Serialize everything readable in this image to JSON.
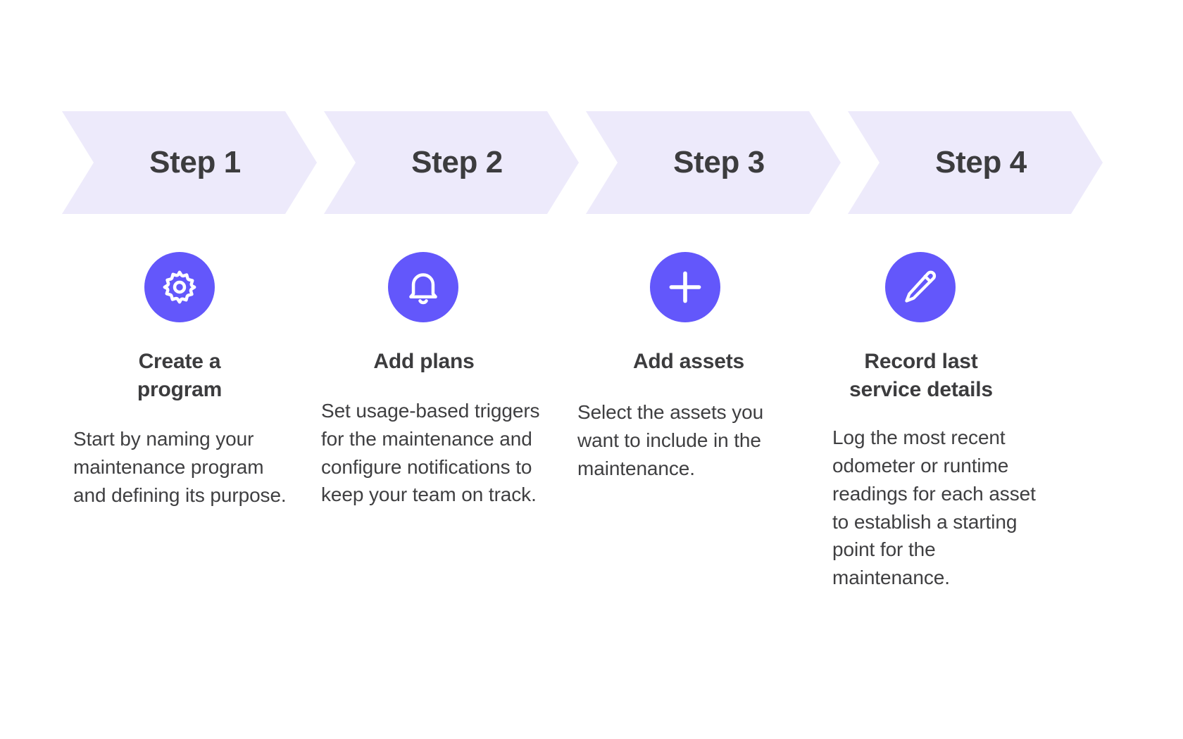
{
  "theme": {
    "background": "#ffffff",
    "chevron_fill": "#EDEAFB",
    "icon_circle_fill": "#6357FB",
    "heading_color": "#3c3c3e",
    "body_color": "#3f3f41"
  },
  "steps": [
    {
      "banner_label": "Step 1",
      "icon": "gear-icon",
      "heading": "Create a\nprogram",
      "body": "Start by naming your maintenance program and defining its purpose."
    },
    {
      "banner_label": "Step 2",
      "icon": "bell-icon",
      "heading": "Add plans",
      "body": "Set usage-based triggers for the maintenance and configure notifications to keep your team on track."
    },
    {
      "banner_label": "Step 3",
      "icon": "plus-icon",
      "heading": "Add assets",
      "body": "Select the assets you want to include in the maintenance."
    },
    {
      "banner_label": "Step 4",
      "icon": "pencil-icon",
      "heading": "Record last\nservice details",
      "body": "Log the most recent odometer or runtime readings for each asset to establish a starting point for the maintenance."
    }
  ]
}
